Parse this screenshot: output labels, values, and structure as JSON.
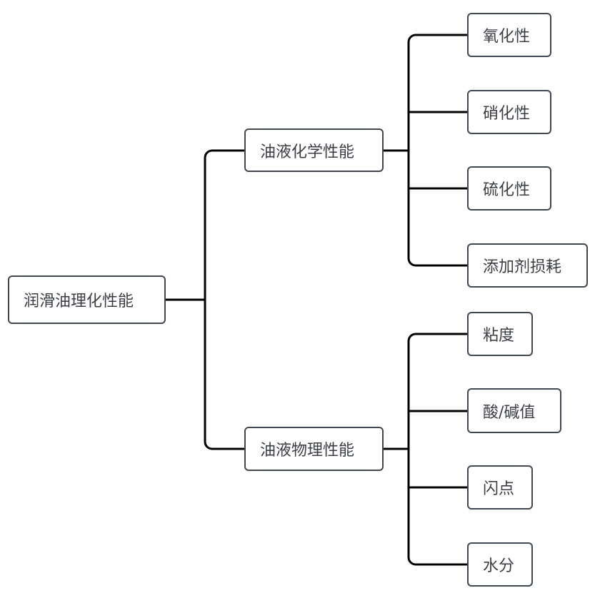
{
  "diagram": {
    "type": "mind-map",
    "colors": {
      "connector": "#000000",
      "node_border": "#3f4750",
      "node_text": "#3b3f44",
      "node_fill": "#ffffff"
    },
    "root": {
      "label": "润滑油理化性能",
      "children": [
        {
          "label": "油液化学性能",
          "children": [
            {
              "label": "氧化性"
            },
            {
              "label": "硝化性"
            },
            {
              "label": "硫化性"
            },
            {
              "label": "添加剂损耗"
            }
          ]
        },
        {
          "label": "油液物理性能",
          "children": [
            {
              "label": "粘度"
            },
            {
              "label": "酸/碱值"
            },
            {
              "label": "闪点"
            },
            {
              "label": "水分"
            }
          ]
        }
      ]
    }
  }
}
